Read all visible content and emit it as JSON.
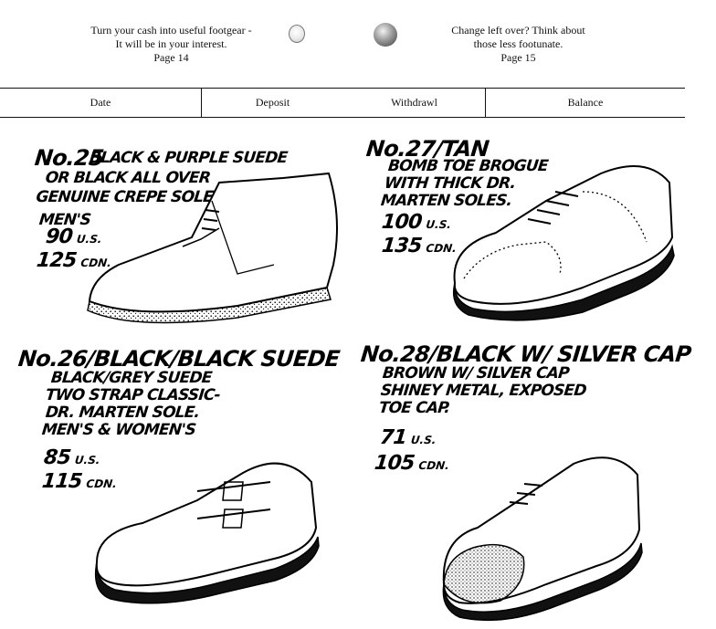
{
  "header": {
    "left": {
      "line1": "Turn your cash into useful footgear -",
      "line2": "It will be in your interest.",
      "page": "Page 14"
    },
    "right": {
      "line1": "Change left over? Think about",
      "line2": "those less footunate.",
      "page": "Page 15"
    }
  },
  "ledger": {
    "columns": [
      "Date",
      "Deposit",
      "Withdrawl",
      "Balance"
    ]
  },
  "products": [
    {
      "number": "No.25",
      "lines": [
        "BLACK & PURPLE SUEDE",
        "OR BLACK ALL OVER",
        "GENUINE CREPE SOLE",
        "MEN'S"
      ],
      "price_us": "90",
      "price_us_label": "U.S.",
      "price_con": "125",
      "price_con_label": "CDN."
    },
    {
      "number": "No.27/TAN",
      "lines": [
        "BOMB TOE BROGUE",
        "WITH THICK DR.",
        "MARTEN SOLES."
      ],
      "price_us": "100",
      "price_us_label": "U.S.",
      "price_con": "135",
      "price_con_label": "CDN."
    },
    {
      "number": "No.26/BLACK/BLACK SUEDE",
      "lines": [
        "BLACK/GREY SUEDE",
        "TWO STRAP CLASSIC-",
        "DR. MARTEN SOLE.",
        "MEN'S & WOMEN'S"
      ],
      "price_us": "85",
      "price_us_label": "U.S.",
      "price_con": "115",
      "price_con_label": "CDN."
    },
    {
      "number": "No.28/BLACK W/ SILVER CAP",
      "lines": [
        "BROWN W/ SILVER CAP",
        "SHINEY METAL, EXPOSED",
        "TOE CAP."
      ],
      "price_us": "71",
      "price_us_label": "U.S.",
      "price_con": "105",
      "price_con_label": "CDN."
    }
  ],
  "icons": {
    "left_hole": "binder-hole-icon",
    "right_hole": "binder-hole-icon",
    "shoe_25": "crepe-sole-chukka-boot-icon",
    "shoe_27": "brogue-shoe-icon",
    "shoe_26": "two-strap-monk-shoe-icon",
    "shoe_28": "steel-cap-derby-shoe-icon"
  },
  "colors": {
    "ink": "#000000",
    "paper": "#ffffff"
  }
}
